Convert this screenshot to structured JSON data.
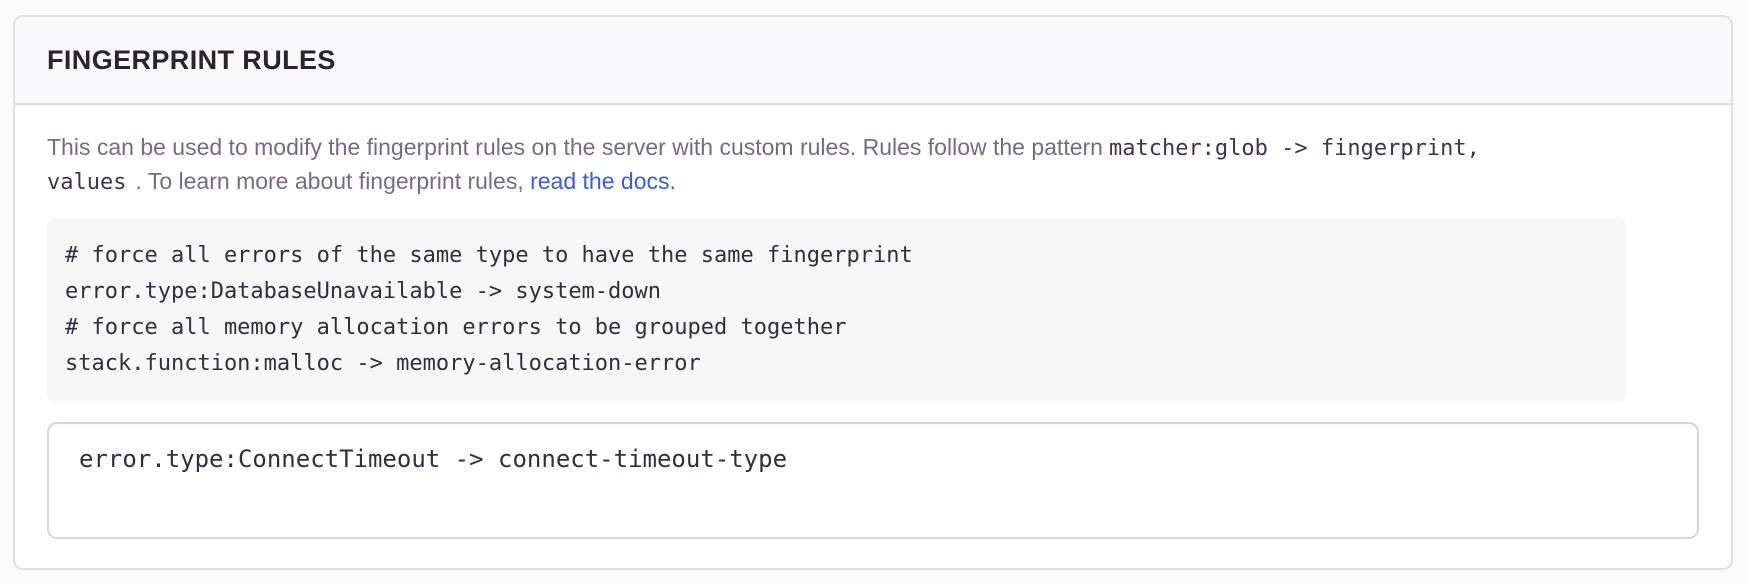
{
  "panel": {
    "title": "FINGERPRINT RULES",
    "description": {
      "text_before_code": "This can be used to modify the fingerprint rules on the server with custom rules. Rules follow the pattern",
      "inline_code_line1": "matcher:glob -> fingerprint,",
      "inline_code_line2": "values",
      "text_after_code": ". To learn more about fingerprint rules, ",
      "link_label": "read the docs",
      "link_period": "."
    },
    "example_block": {
      "lines": [
        "# force all errors of the same type to have the same fingerprint",
        "error.type:DatabaseUnavailable -> system-down",
        "# force all memory allocation errors to be grouped together",
        "stack.function:malloc -> memory-allocation-error"
      ]
    },
    "input": {
      "value": "error.type:ConnectTimeout -> connect-timeout-type"
    }
  },
  "colors": {
    "page_background": "#fbfbfc",
    "panel_background": "#ffffff",
    "panel_header_background": "#faf9fb",
    "panel_border": "#e2dee7",
    "heading_text": "#2b2233",
    "body_text": "#776a87",
    "code_text": "#332d42",
    "example_background": "#f7f7f8",
    "input_border": "#d9d4df",
    "link": "#3b5bd9"
  }
}
